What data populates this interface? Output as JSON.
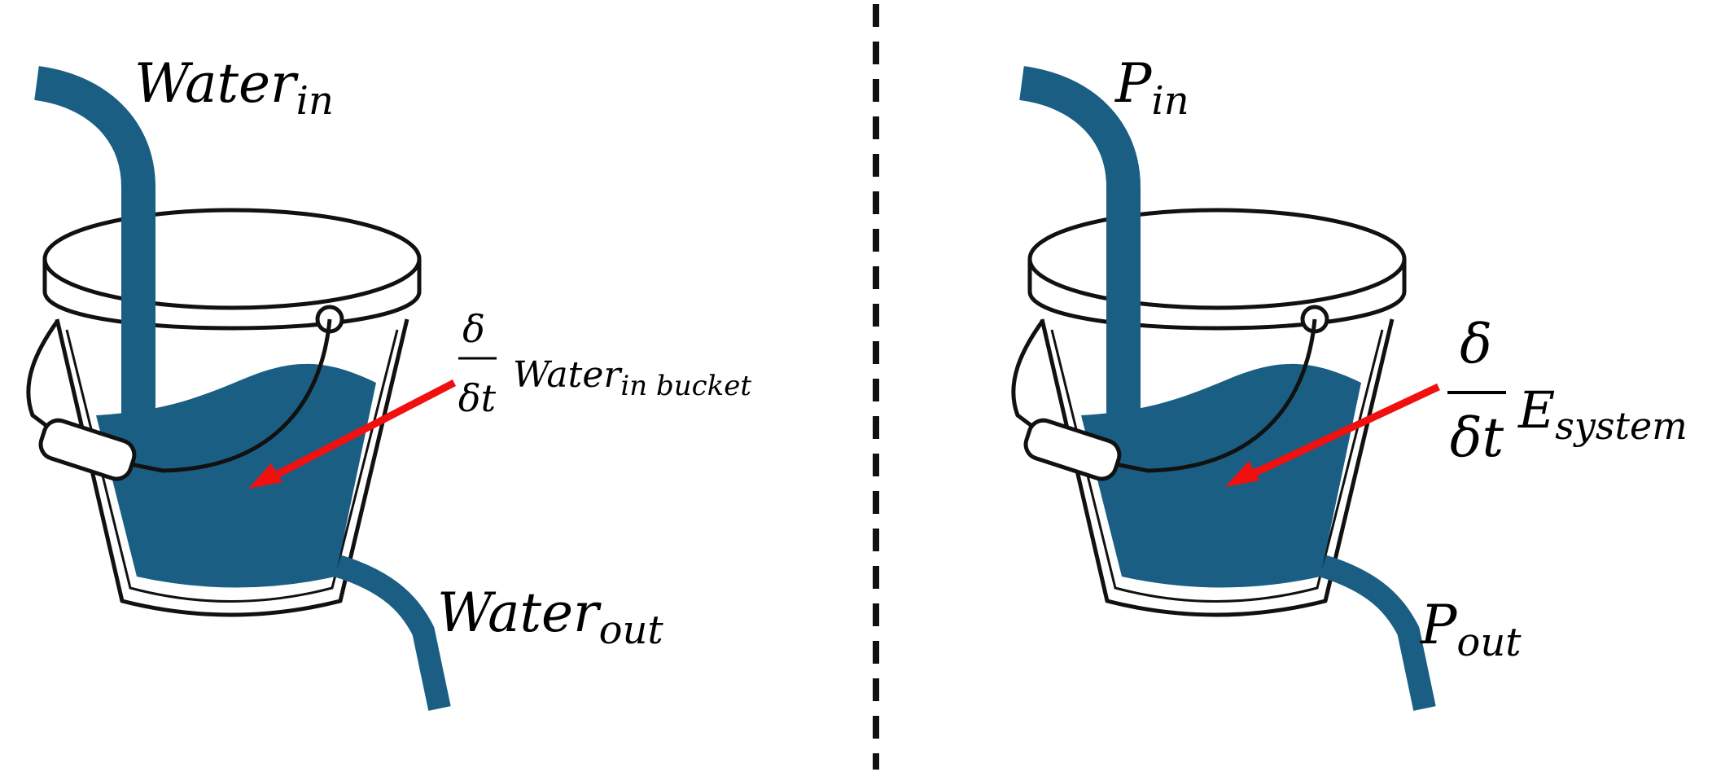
{
  "colors": {
    "water": "#1a5f83",
    "outline": "#111111",
    "arrow": "#f01010",
    "divider": "#111111",
    "background": "#ffffff"
  },
  "left_panel": {
    "inflow_label": {
      "base": "Water",
      "sub": "in"
    },
    "outflow_label": {
      "base": "Water",
      "sub": "out"
    },
    "rate_label": {
      "numerator": "δ",
      "denominator": "δt",
      "base": "Water",
      "sub": "in bucket"
    }
  },
  "right_panel": {
    "inflow_label": {
      "base": "P",
      "sub": "in"
    },
    "outflow_label": {
      "base": "P",
      "sub": "out"
    },
    "rate_label": {
      "numerator": "δ",
      "denominator": "δt",
      "base": "E",
      "sub": "system"
    }
  },
  "icons": [
    "bucket-icon",
    "inflow-pipe-icon",
    "outflow-pipe-icon",
    "arrow-icon"
  ]
}
